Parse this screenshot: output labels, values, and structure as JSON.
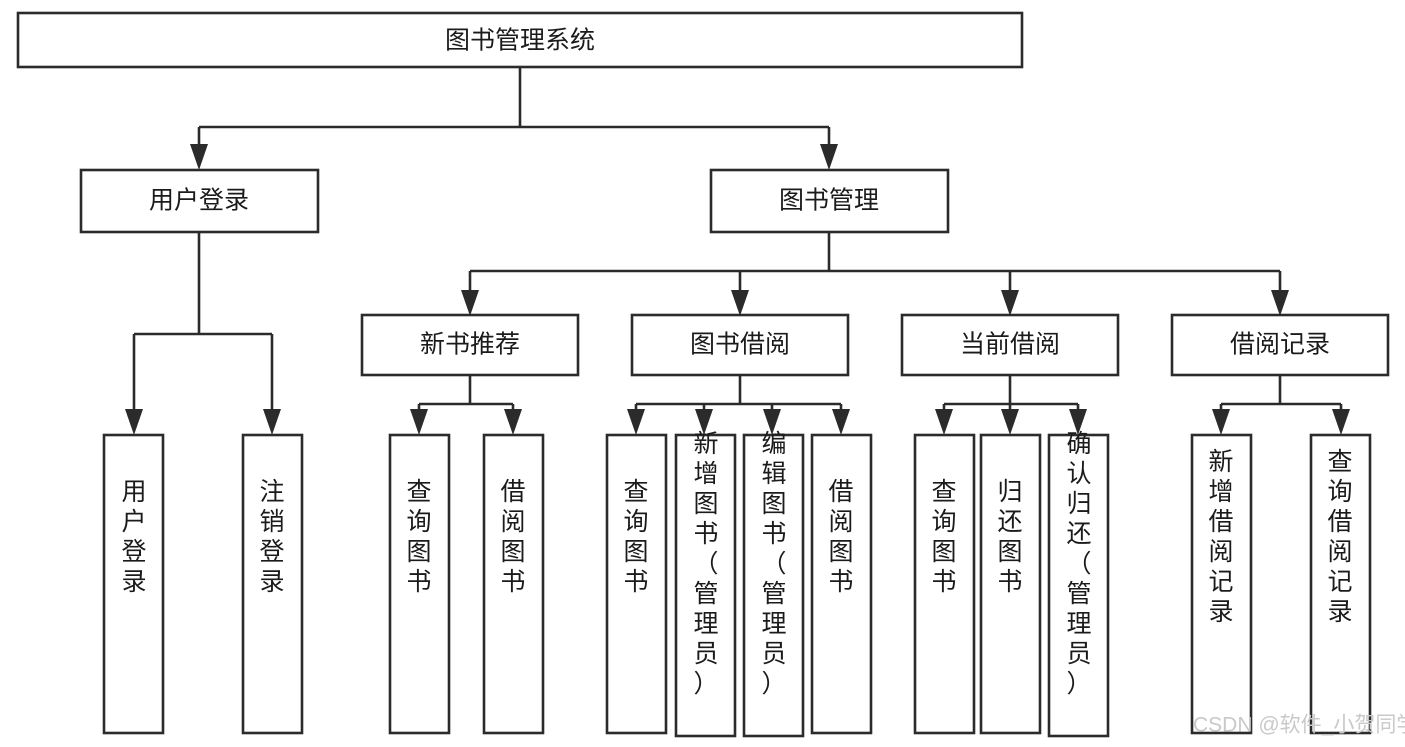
{
  "diagram": {
    "title": "图书管理系统",
    "type": "tree",
    "orientation": "top-down",
    "colors": {
      "stroke": "#2b2b2b",
      "fill": "#ffffff",
      "text": "#1b1b1b",
      "background": "#ffffff",
      "watermark": "#c9c9c9"
    },
    "root": {
      "id": "root",
      "label": "图书管理系统"
    },
    "level2": [
      {
        "id": "user-login",
        "label": "用户登录"
      },
      {
        "id": "book-management",
        "label": "图书管理"
      }
    ],
    "level3": [
      {
        "id": "new-book-recommend",
        "label": "新书推荐",
        "parent": "book-management"
      },
      {
        "id": "book-borrow",
        "label": "图书借阅",
        "parent": "book-management"
      },
      {
        "id": "current-borrow",
        "label": "当前借阅",
        "parent": "book-management"
      },
      {
        "id": "borrow-record",
        "label": "借阅记录",
        "parent": "book-management"
      }
    ],
    "leaves": [
      {
        "id": "leaf-user-login",
        "label": "用户登录",
        "parent": "user-login"
      },
      {
        "id": "leaf-logout-login",
        "label": "注销登录",
        "parent": "user-login"
      },
      {
        "id": "leaf-query-book-1",
        "label": "查询图书",
        "parent": "new-book-recommend"
      },
      {
        "id": "leaf-borrow-book-1",
        "label": "借阅图书",
        "parent": "new-book-recommend"
      },
      {
        "id": "leaf-query-book-2",
        "label": "查询图书",
        "parent": "book-borrow"
      },
      {
        "id": "leaf-add-book",
        "label": "新增图书（管理员）",
        "parent": "book-borrow"
      },
      {
        "id": "leaf-edit-book",
        "label": "编辑图书（管理员）",
        "parent": "book-borrow"
      },
      {
        "id": "leaf-borrow-book-2",
        "label": "借阅图书",
        "parent": "book-borrow"
      },
      {
        "id": "leaf-query-book-3",
        "label": "查询图书",
        "parent": "current-borrow"
      },
      {
        "id": "leaf-return-book",
        "label": "归还图书",
        "parent": "current-borrow"
      },
      {
        "id": "leaf-confirm-return",
        "label": "确认归还（管理员）",
        "parent": "current-borrow"
      },
      {
        "id": "leaf-add-record",
        "label": "新增借阅记录",
        "parent": "borrow-record"
      },
      {
        "id": "leaf-query-record",
        "label": "查询借阅记录",
        "parent": "borrow-record"
      }
    ]
  },
  "watermark": {
    "text": "CSDN @软件_小贺同学"
  }
}
